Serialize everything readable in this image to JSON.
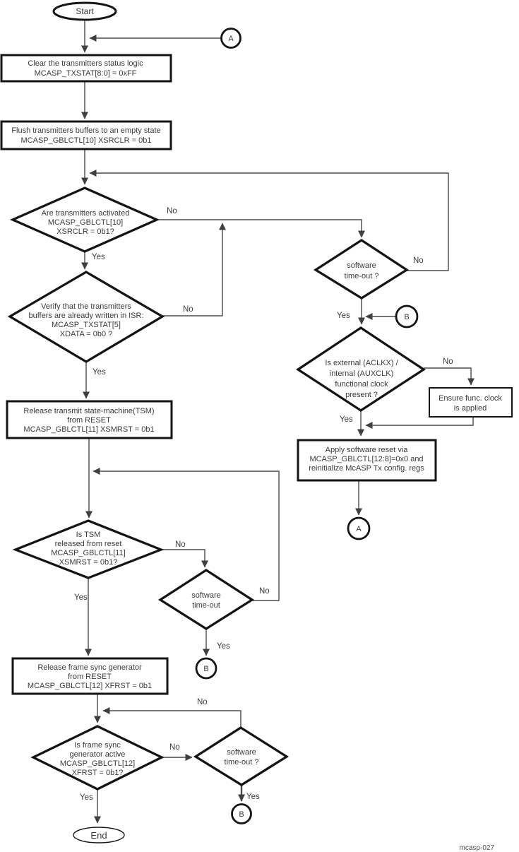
{
  "figure_label": "mcasp-027",
  "palette": {
    "background": "#ffffff",
    "shape_stroke": "#141414",
    "connector": "#4a4a4a",
    "text": "#3a3a3a"
  },
  "terminators": {
    "start": "Start",
    "end": "End"
  },
  "connector_refs": {
    "a": "A",
    "b": "B"
  },
  "labels": {
    "yes": "Yes",
    "no": "No"
  },
  "nodes": {
    "clear_status": {
      "lines": [
        "Clear the transmitters status logic",
        "MCASP_TXSTAT[8:0] = 0xFF"
      ]
    },
    "flush_buffers": {
      "lines": [
        "Flush transmitters buffers to an empty state",
        "MCASP_GBLCTL[10] XSRCLR = 0b1"
      ]
    },
    "transmitters_activated": {
      "lines": [
        "Are transmitters activated",
        "MCASP_GBLCTL[10]",
        "XSRCLR = 0b1?"
      ]
    },
    "verify_buffers": {
      "lines": [
        "Verify that the transmitters",
        "buffers are already written in ISR:",
        "MCASP_TXSTAT[5]",
        "XDATA = 0b0 ?"
      ]
    },
    "release_tsm": {
      "lines": [
        "Release transmit state-machine(TSM)",
        "from RESET",
        "MCASP_GBLCTL[11] XSMRST = 0b1"
      ]
    },
    "tsm_released": {
      "lines": [
        "Is TSM",
        "released from reset",
        "MCASP_GBLCTL[11]",
        "XSMRST = 0b1?"
      ]
    },
    "sw_timeout_mid": {
      "lines": [
        "software",
        "time-out"
      ]
    },
    "release_frame_sync": {
      "lines": [
        "Release frame sync generator",
        "from RESET",
        "MCASP_GBLCTL[12] XFRST = 0b1"
      ]
    },
    "frame_sync_active": {
      "lines": [
        "Is frame sync",
        "generator active",
        "MCASP_GBLCTL[12]",
        "XFRST = 0b1?"
      ]
    },
    "sw_timeout_bottom": {
      "lines": [
        "software",
        "time-out ?"
      ]
    },
    "sw_timeout_right": {
      "lines": [
        "software",
        "time-out ?"
      ]
    },
    "ext_clock_present": {
      "lines": [
        "Is external (ACLKX) /",
        "internal (AUXCLK)",
        "functional clock",
        "present ?"
      ]
    },
    "ensure_clock": {
      "lines": [
        "Ensure func. clock",
        "is applied"
      ]
    },
    "apply_reset": {
      "lines": [
        "Apply software reset via",
        "MCASP_GBLCTL[12:8]=0x0 and",
        "reinitialize McASP Tx config. regs"
      ]
    }
  }
}
